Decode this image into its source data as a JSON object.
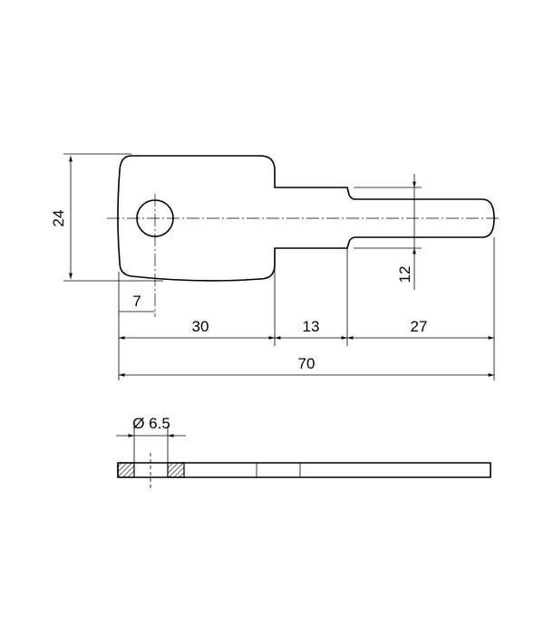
{
  "drawing": {
    "dimensions": {
      "overall_height": "24",
      "slot_height": "12",
      "hole_offset": "7",
      "head_length": "30",
      "neck_length": "13",
      "blade_length": "27",
      "overall_length": "70",
      "hole_diameter": "Ø 6.5"
    }
  }
}
